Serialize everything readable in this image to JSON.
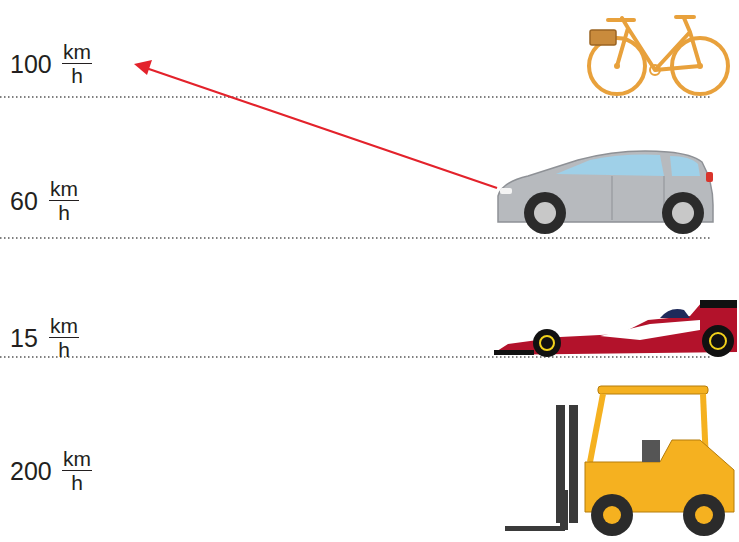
{
  "diagram": {
    "labels": [
      "100",
      "km",
      "h",
      "60",
      "km",
      "h",
      "15",
      "km",
      "h",
      "200",
      "km",
      "h"
    ]
  }
}
